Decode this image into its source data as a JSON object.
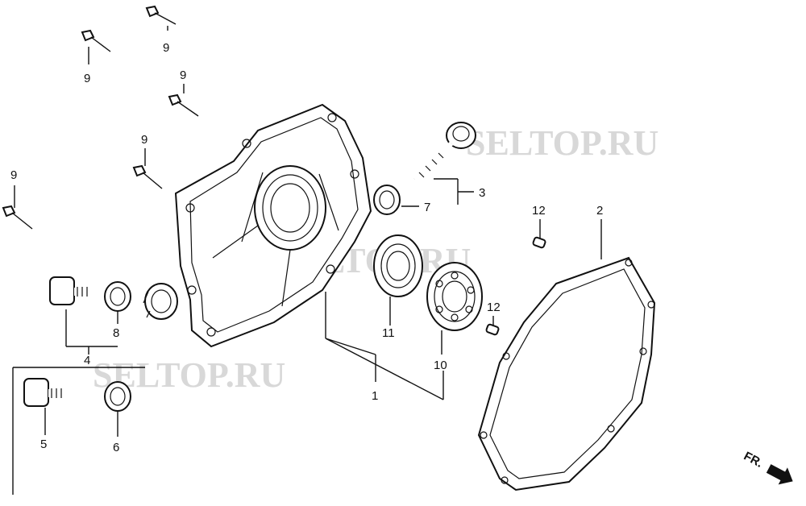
{
  "watermarks": [
    "SELTOP.RU",
    "SELTOP.RU",
    "SELTOP.RU"
  ],
  "callouts": {
    "c1": "1",
    "c2": "2",
    "c3": "3",
    "c4": "4",
    "c5": "5",
    "c6": "6",
    "c7": "7",
    "c8": "8",
    "c9a": "9",
    "c9b": "9",
    "c9c": "9",
    "c9d": "9",
    "c9e": "9",
    "c10": "10",
    "c11": "11",
    "c12a": "12",
    "c12b": "12"
  },
  "direction_label": "FR.",
  "parts": [
    "crankcase-cover",
    "crankcase-gasket",
    "oil-level-gauge",
    "drain-plug-assembly",
    "drain-plug",
    "sealing-washer",
    "oil-seal",
    "sealing-washer",
    "flange-bolt",
    "radial-ball-bearing",
    "oil-seal",
    "dowel-pin"
  ]
}
